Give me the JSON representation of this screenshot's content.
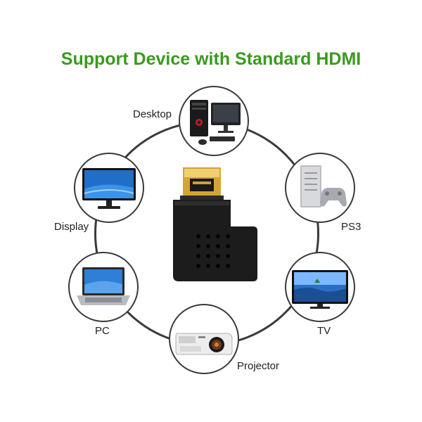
{
  "title": {
    "text": "Support Device with Standard HDMI",
    "color": "#3a9a1e"
  },
  "devices": [
    {
      "label": "Desktop",
      "icon": "desktop-computer-icon"
    },
    {
      "label": "Display",
      "icon": "monitor-icon"
    },
    {
      "label": "PS3",
      "icon": "game-console-icon"
    },
    {
      "label": "PC",
      "icon": "laptop-icon"
    },
    {
      "label": "TV",
      "icon": "television-icon"
    },
    {
      "label": "Projector",
      "icon": "projector-icon"
    }
  ],
  "product": {
    "icon": "hdmi-right-angle-adapter-icon"
  },
  "colors": {
    "ring": "#3a3a3a",
    "gold": "#d4a437",
    "adapter_body": "#1c1c1c",
    "screen_blue": "#1f6fc9"
  }
}
